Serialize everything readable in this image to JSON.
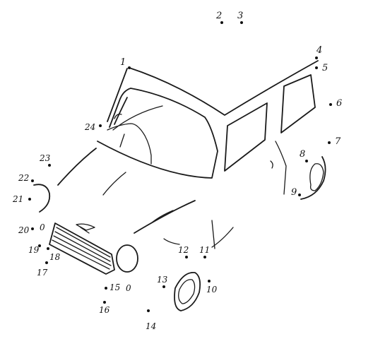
{
  "worksheet": {
    "type": "connect-the-dots",
    "subject": "car",
    "ink_color": "#1a1a1a",
    "background": "#ffffff"
  },
  "labels": {
    "n1": "1",
    "n2": "2",
    "n3": "3",
    "n4": "4",
    "n5": "5",
    "n6": "6",
    "n7": "7",
    "n8": "8",
    "n9": "9",
    "n10": "10",
    "n11": "11",
    "n12": "12",
    "n13": "13",
    "n14": "14",
    "n15": "15",
    "n16": "16",
    "n17": "17",
    "n18": "18",
    "n19": "19",
    "n20": "20",
    "n21": "21",
    "n22": "22",
    "n23": "23",
    "n24": "24",
    "n0a": "0",
    "n0b": "0"
  }
}
